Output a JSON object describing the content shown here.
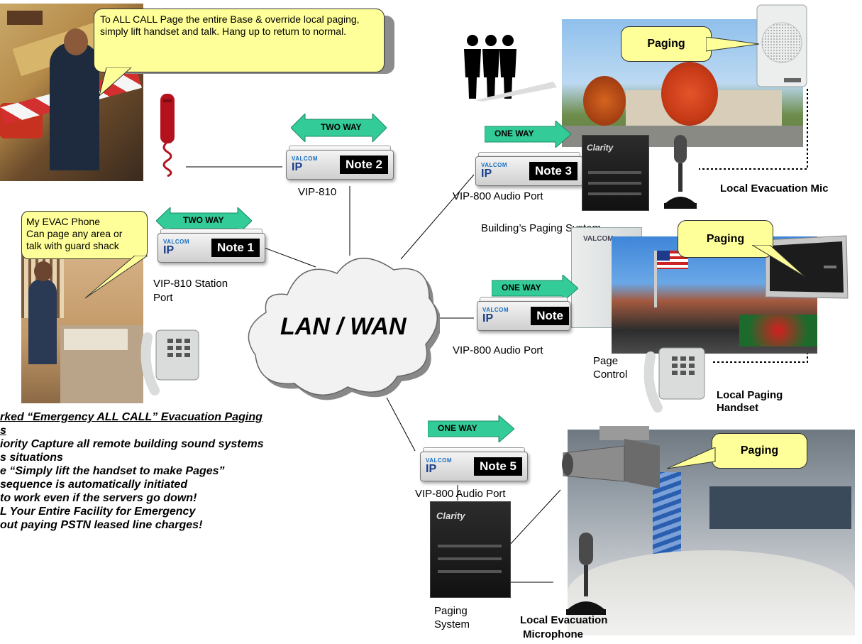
{
  "callouts": {
    "allcall": "To ALL CALL Page the entire Base & override local paging, simply lift handset and talk. Hang up to return to normal.",
    "evac_line1": "My EVAC Phone",
    "evac_line2": "Can page any area or",
    "evac_line3": "talk with guard shack",
    "paging_top": "Paging",
    "paging_mid": "Paging",
    "paging_bottom": "Paging"
  },
  "arrows": {
    "two_way_a": "TWO WAY",
    "two_way_b": "TWO WAY",
    "one_way_3": "ONE WAY",
    "one_way_4": "ONE WAY",
    "one_way_5": "ONE WAY"
  },
  "devices": {
    "brand": "VALCOM",
    "ip": "IP",
    "note1": "Note 1",
    "note2": "Note 2",
    "note3": "Note 3",
    "note4": "Note",
    "note5": "Note 5"
  },
  "labels": {
    "vip810": "VIP-810",
    "vip810_station_1": "VIP-810 Station",
    "vip810_station_2": "Port",
    "vip800_a": "VIP-800 Audio Port",
    "vip800_b": "VIP-800 Audio Port",
    "vip800_c": "VIP-800 Audio Port",
    "buildings_paging": "Building’s Paging System",
    "local_evac_mic": "Local Evacuation Mic",
    "page_control_1": "Page",
    "page_control_2": "Control",
    "local_paging_1": "Local Paging",
    "local_paging_2": "Handset",
    "paging_system_1": "Paging",
    "paging_system_2": "System",
    "local_evac_microphone_1": "Local Evacuation",
    "local_evac_microphone_2": "Microphone",
    "lan_wan": "LAN / WAN"
  },
  "bullets": {
    "heading_1": "rked “Emergency ALL CALL” Evacuation Paging",
    "heading_2": "s",
    "line_1": "iority Capture all remote building sound systems",
    "line_2": "s situations",
    "line_3": "e “Simply lift the handset to make Pages”",
    "line_4": "sequence is automatically initiated",
    "line_5": "to work even if the servers go down!",
    "line_6": "L Your Entire Facility for Emergency",
    "line_7": "out paying PSTN leased line charges!"
  },
  "icons": [
    "phone-handset-icon",
    "desk-phone-icon",
    "speaker-icon",
    "microphone-icon",
    "horn-speaker-icon",
    "people-silhouette-icon"
  ],
  "colors": {
    "arrow": "#33cc99",
    "callout": "#ffff99",
    "note_box": "#000000"
  }
}
